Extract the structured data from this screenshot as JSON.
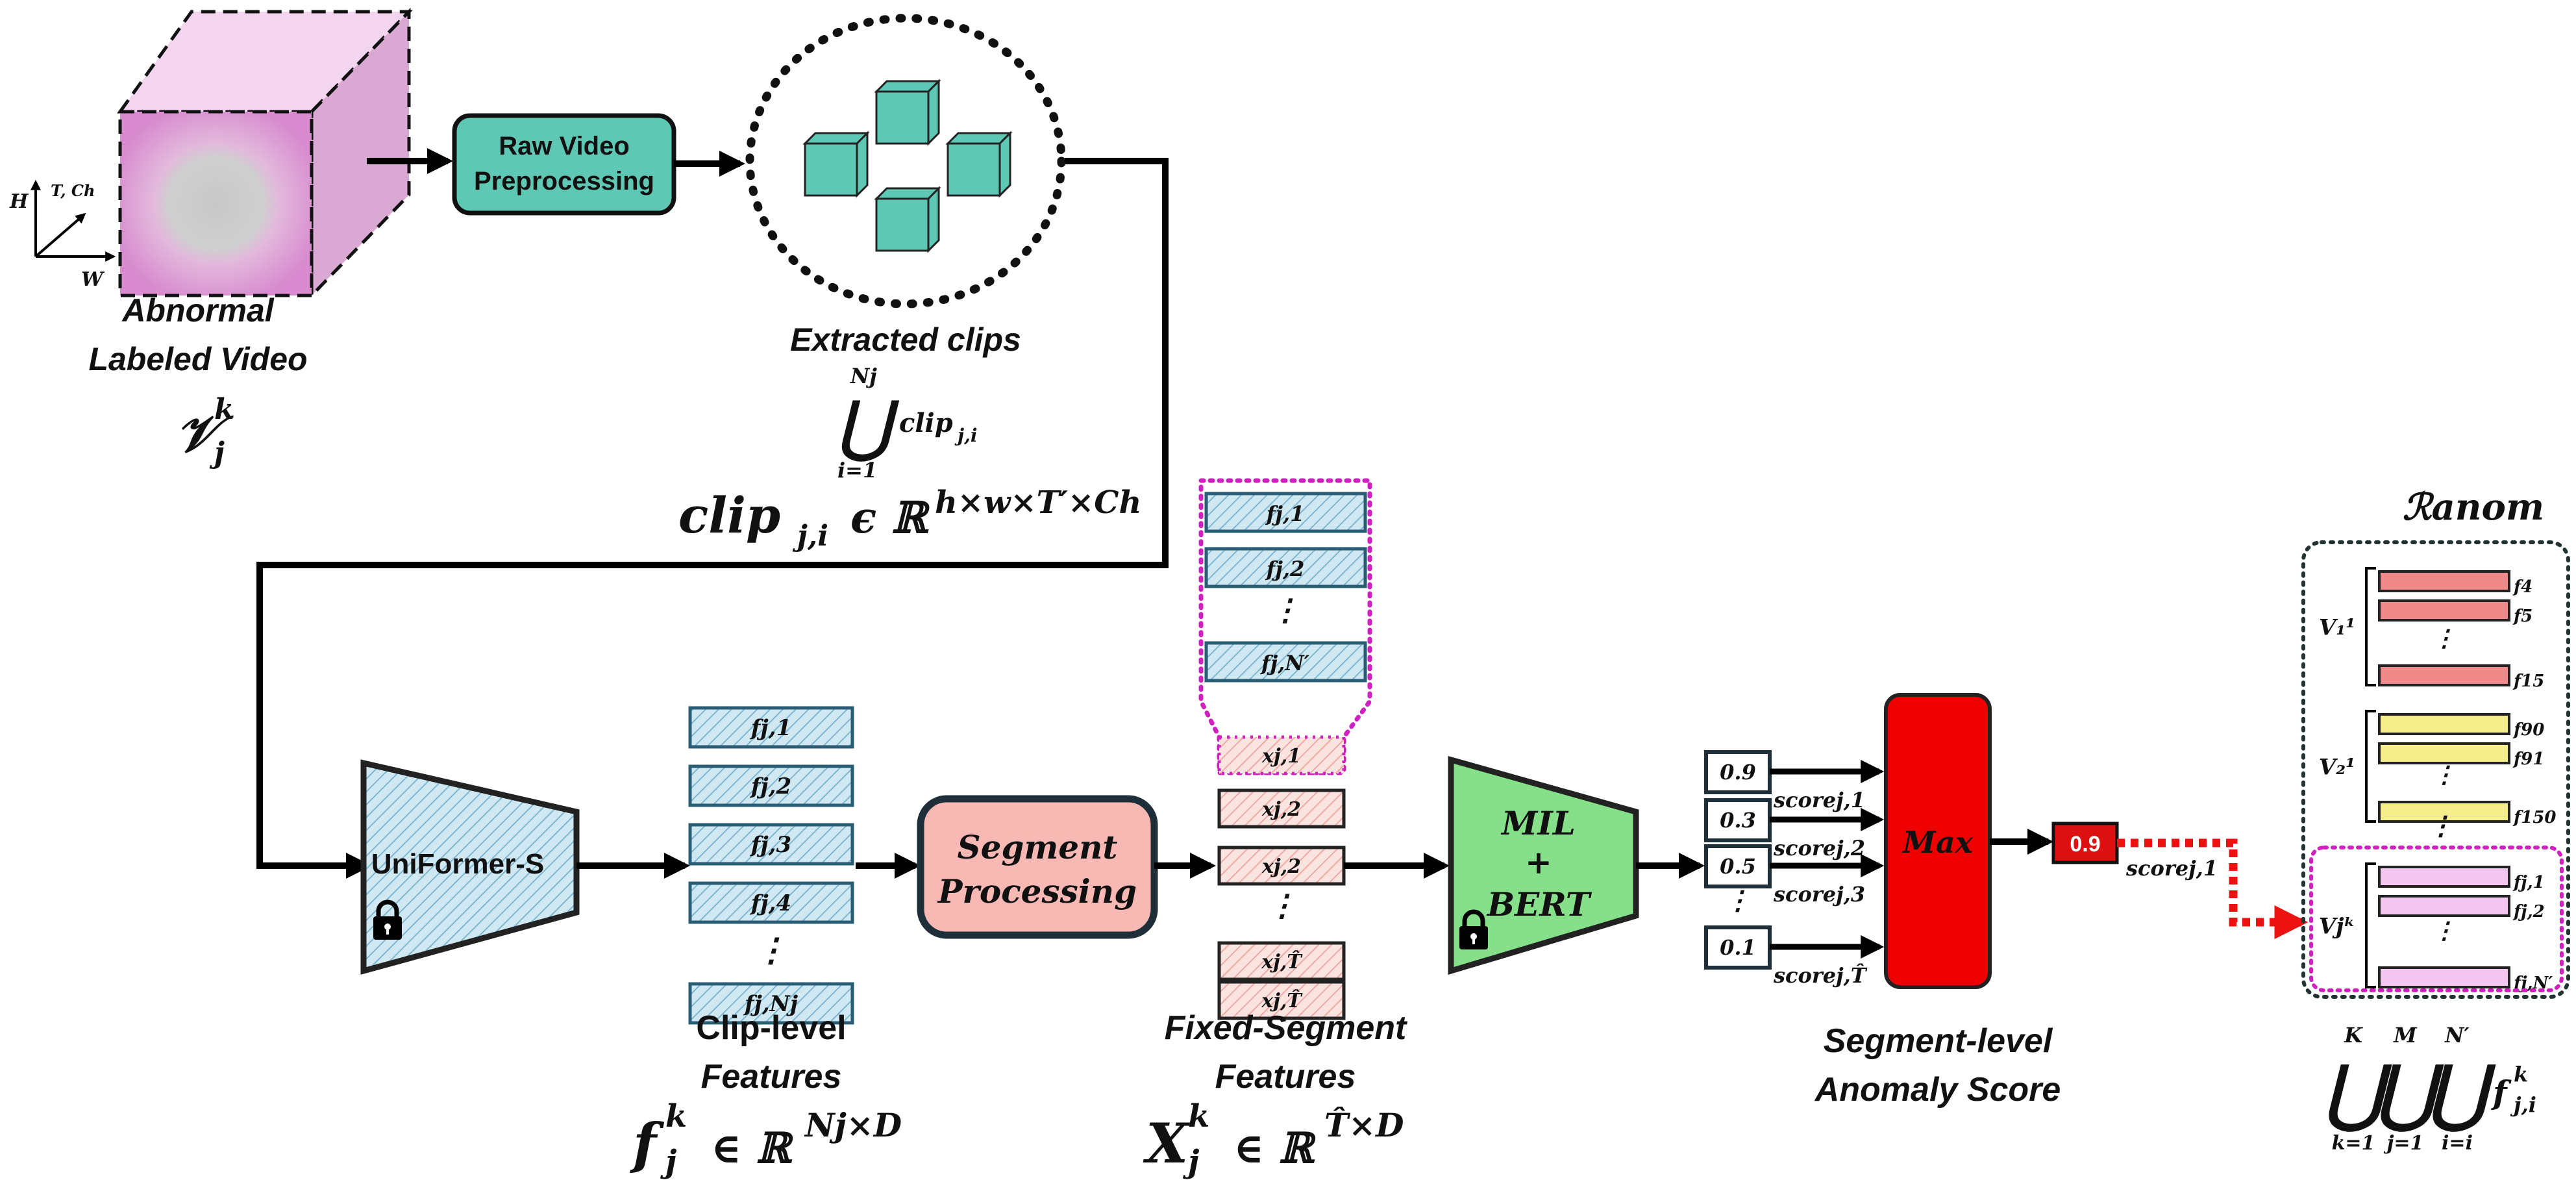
{
  "video": {
    "label_line1": "Abnormal",
    "label_line2": "Labeled Video",
    "symbol": "𝒱",
    "symbol_sup": "k",
    "symbol_sub": "j",
    "axis_h": "H",
    "axis_tch": "T, Ch",
    "axis_w": "W",
    "color_front": "#d98cd0",
    "color_side": "#d9a9d4",
    "color_top": "#f0d0ec"
  },
  "preprocess": {
    "line1": "Raw Video",
    "line2": "Preprocessing",
    "color": "#5ec8b4"
  },
  "clips": {
    "label": "Extracted clips",
    "union_sup": "Nj",
    "union_sub": "i=1",
    "union_body": "clip",
    "union_body_sub": "j,i",
    "member_lhs": "clip",
    "member_lhs_sub": "j,i",
    "member_op": "ϵ ℝ",
    "member_sup": "h×w×T′×Ch",
    "color": "#5ec8b4"
  },
  "backbone": {
    "label": "UniFormer-S",
    "lock_icon": "lock-icon",
    "color": "#cfe8f2"
  },
  "clip_features": {
    "items": [
      "fj,1",
      "fj,2",
      "fj,3",
      "fj,4",
      "⋮",
      "fj,Nj"
    ],
    "caption_line1": "Clip-level",
    "caption_line2": "Features",
    "formula_lhs": "f",
    "formula_sup": "k",
    "formula_sub": "j",
    "formula_op": "∈ ℝ",
    "formula_dim": "Nj×D"
  },
  "segment_processing": {
    "line1": "Segment",
    "line2": "Processing",
    "color": "#f8b9b5"
  },
  "zoom_box": {
    "items": [
      "fj,1",
      "fj,2",
      "⋮",
      "fj,N′"
    ],
    "color": "#d020c0"
  },
  "segments": {
    "items": [
      "xj,1",
      "xj,2",
      "xj,2",
      "⋮",
      "xj,T̂"
    ],
    "caption_line1": "Fixed-Segment",
    "caption_line2": "Features",
    "formula_lhs": "X",
    "formula_sup": "k",
    "formula_sub": "j",
    "formula_op": "∈ ℝ",
    "formula_dim": "T̂×D"
  },
  "mil_bert": {
    "line1": "MIL",
    "line2": "+",
    "line3": "BERT",
    "lock_icon": "lock-icon",
    "color": "#86e08a"
  },
  "scores": {
    "values": [
      "0.9",
      "0.3",
      "0.5",
      "0.1"
    ],
    "labels": [
      "scorej,1",
      "scorej,2",
      "scorej,3",
      "scorej,T̂"
    ],
    "dots": "⋮"
  },
  "max": {
    "label": "Max",
    "color": "#ee0000"
  },
  "result": {
    "value": "0.9",
    "label": "scorej,1",
    "caption_line1": "Segment-level",
    "caption_line2": "Anomaly Score",
    "color": "#dd1111"
  },
  "repository": {
    "title": "ℛanom",
    "groups": [
      {
        "name": "V₁¹",
        "items": [
          "f4",
          "f5",
          "⋮",
          "f15"
        ],
        "color": "#f08a8a"
      },
      {
        "name": "V₂¹",
        "items": [
          "f90",
          "f91",
          "⋮",
          "f150"
        ],
        "color": "#f5ee8a"
      },
      {
        "name": "⋮",
        "items": [],
        "color": ""
      },
      {
        "name": "Vjᵏ",
        "items": [
          "fj,1",
          "fj,2",
          "⋮",
          "fj,N′"
        ],
        "color": "#f2c6ee"
      }
    ],
    "union_sups": [
      "K",
      "M",
      "N′"
    ],
    "union_subs": [
      "k=1",
      "j=1",
      "i=i"
    ],
    "union_body": "f",
    "union_body_sup": "k",
    "union_body_sub": "j,i"
  }
}
